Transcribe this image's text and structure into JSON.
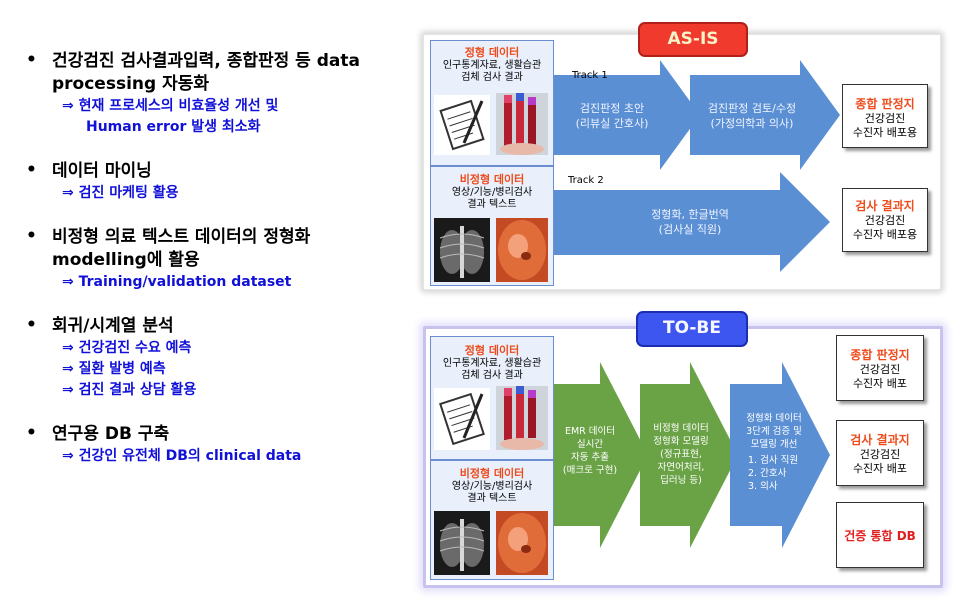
{
  "bullets": [
    {
      "main_lines": [
        "건강검진 검사결과입력, 종합판정 등 data",
        "processing 자동화"
      ],
      "subs": [
        "⇒ 현재 프로세스의 비효율성 개선 및",
        "Human error 발생 최소화"
      ]
    },
    {
      "main_lines": [
        "데이터 마이닝"
      ],
      "subs": [
        "⇒ 검진 마케팅 활용"
      ]
    },
    {
      "main_lines": [
        "비정형 의료 텍스트 데이터의 정형화",
        "modelling에 활용"
      ],
      "subs": [
        "⇒ Training/validation dataset"
      ]
    },
    {
      "main_lines": [
        "회귀/시계열 분석"
      ],
      "subs": [
        "⇒ 건강검진 수요 예측",
        "⇒ 질환 발병 예측",
        "⇒ 검진 결과 상담 활용"
      ]
    },
    {
      "main_lines": [
        "연구용 DB 구축"
      ],
      "subs": [
        "⇒ 건강인 유전체 DB의 clinical data"
      ]
    }
  ],
  "bullet_symbol": "•",
  "asis": {
    "tag": "AS-IS",
    "structured": {
      "title": "정형 데이터",
      "line1": "인구통계자료, 생활습관",
      "line2": "검체 검사 결과"
    },
    "unstructured": {
      "title": "비정형 데이터",
      "line1": "영상/기능/병리검사",
      "line2": "결과 텍스트"
    },
    "track1": "Track 1",
    "track2": "Track 2",
    "arrow1": {
      "line1": "검진판정 초안",
      "line2": "(리뷰실 간호사)"
    },
    "arrow2": {
      "line1": "검진판정 검토/수정",
      "line2": "(가정의학과 의사)"
    },
    "arrow3": {
      "line1": "정형화, 한글번역",
      "line2": "(검사실 직원)"
    },
    "out1": {
      "title": "종합 판정지",
      "line1": "건강검진",
      "line2": "수진자 배포용"
    },
    "out2": {
      "title": "검사 결과지",
      "line1": "건강검진",
      "line2": "수진자 배포용"
    }
  },
  "tobe": {
    "tag": "TO-BE",
    "structured": {
      "title": "정형 데이터",
      "line1": "인구통계자료, 생활습관",
      "line2": "검체 검사 결과"
    },
    "unstructured": {
      "title": "비정형 데이터",
      "line1": "영상/기능/병리검사",
      "line2": "결과 텍스트"
    },
    "g1": [
      "EMR 데이터",
      "실시간",
      "자동 추출",
      "(매크로 구현)"
    ],
    "g2": [
      "비정형 데이터",
      "정형화 모델링",
      "(정규표현,",
      "자연어처리,",
      "딥러닝 등)"
    ],
    "b1": [
      "정형화 데이터",
      "3단계 검증 및",
      "모델링 개선"
    ],
    "b1_list": [
      "1.  검사 직원",
      "2.  간호사",
      "3.  의사"
    ],
    "out1": {
      "title": "종합 판정지",
      "line1": "건강검진",
      "line2": "수진자 배포"
    },
    "out2": {
      "title": "검사 결과지",
      "line1": "건강검진",
      "line2": "수진자 배포"
    },
    "out3": {
      "title": "건증 통합 DB"
    }
  },
  "colors": {
    "blue_arrow": "#5b8fd4",
    "green_arrow": "#6aa246",
    "red_tag": "#f03a2e",
    "blue_tag": "#3d56f0",
    "orange_title": "#ee4c1c",
    "sub_blue": "#1010d8"
  },
  "icons": [
    "notepad-pencil-icon",
    "blood-tubes-icon",
    "chest-xray-icon",
    "endoscopy-icon"
  ]
}
